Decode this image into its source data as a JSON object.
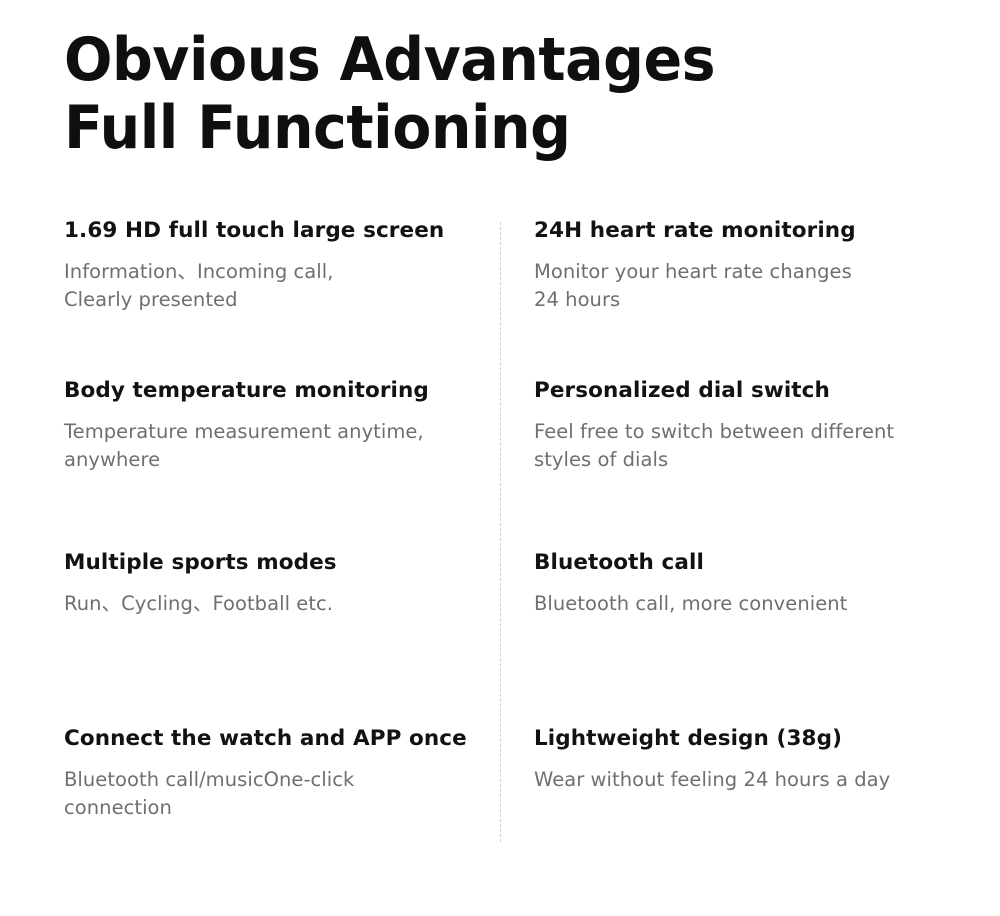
{
  "page": {
    "background": "#ffffff",
    "title_color": "#0f0f0f",
    "heading_color": "#121212",
    "body_color": "#6f6f6f",
    "divider_color": "#cfcfcf"
  },
  "title": {
    "line1": "Obvious Advantages",
    "line2": "Full Functioning"
  },
  "features": {
    "left": [
      {
        "title": "1.69 HD full touch large screen",
        "desc": "Information、Incoming call,\nClearly presented"
      },
      {
        "title": "Body temperature monitoring",
        "desc": "Temperature measurement anytime,\nanywhere"
      },
      {
        "title": "Multiple sports modes",
        "desc": "Run、Cycling、Football etc."
      },
      {
        "title": "Connect the watch and APP once",
        "desc": "Bluetooth call/musicOne-click\nconnection"
      }
    ],
    "right": [
      {
        "title": "24H heart rate monitoring",
        "desc": "Monitor your heart rate changes\n24 hours"
      },
      {
        "title": "Personalized dial switch",
        "desc": "Feel free to switch between different\nstyles of dials"
      },
      {
        "title": "Bluetooth call",
        "desc": "Bluetooth call, more convenient"
      },
      {
        "title": "Lightweight design (38g)",
        "desc": "Wear without feeling 24 hours a day"
      }
    ]
  }
}
